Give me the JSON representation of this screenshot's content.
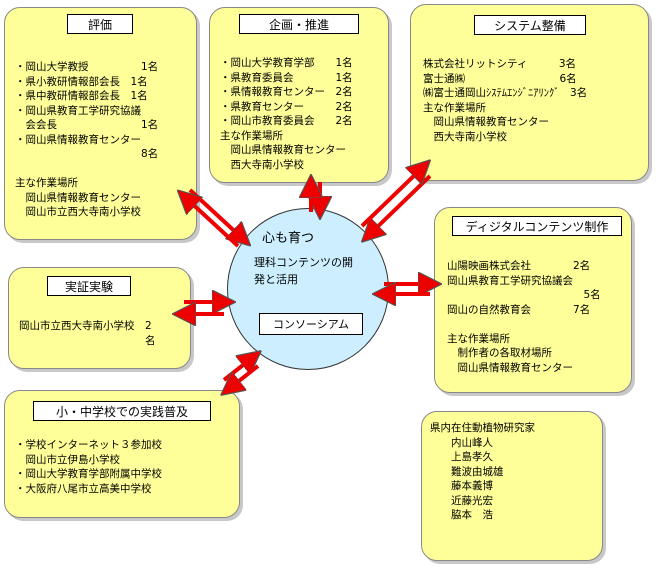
{
  "center": {
    "title": "心も育つ",
    "subtitle": [
      "理科コンテンツの開",
      "発と活用"
    ],
    "label": "コンソーシアム"
  },
  "boxes": {
    "evaluation": {
      "title": "評価",
      "lines": [
        "・岡山大学教授　　　　　1名",
        "・県小教研情報部会長　1名",
        "・県中教研情報部会長　1名",
        "・岡山県教育工学研究協議",
        "　会会長　　　　　　　　1名",
        "・岡山県情報教育センター",
        "　　　　　　　　　　　　8名",
        "",
        "主な作業場所",
        "　岡山県情報教育センター",
        "　岡山市立西大寺南小学校"
      ]
    },
    "planning": {
      "title": "企画・推進",
      "lines": [
        "・岡山大学教育学部　　1名",
        "・県教育委員会　　　　1名",
        "・県情報教育センター　2名",
        "・県教育センター　　　2名",
        "・岡山市教育委員会　　2名",
        "主な作業場所",
        "　岡山県情報教育センター",
        "　西大寺南小学校"
      ]
    },
    "system": {
      "title": "システム整備",
      "lines": [
        "株式会社リットシティ　　　3名",
        "富士通㈱　　　　　　　　　6名",
        "㈱富士通岡山ｼｽﾃﾑｴﾝｼﾞﾆｱﾘﾝｸﾞ　3名",
        "主な作業場所",
        "　岡山県情報教育センター",
        "　西大寺南小学校"
      ]
    },
    "digital": {
      "title": "ディジタルコンテンツ制作",
      "lines": [
        "山陽映画株式会社　　　　2名",
        "岡山県教育工学研究協議会",
        "　　　　　　　　　　　　　5名",
        "岡山の自然教育会　　　　7名",
        "",
        "主な作業場所",
        "　制作者の各取材場所",
        "　岡山県情報教育センター"
      ]
    },
    "demo": {
      "title": "実証実験",
      "lines": [
        "岡山市立西大寺南小学校　2",
        "　　　　　　　　　　　　名"
      ]
    },
    "practice": {
      "title": "小・中学校での実践普及",
      "lines": [
        "・学校インターネット３参加校",
        "　岡山市立伊島小学校",
        "・岡山大学教育学部附属中学校",
        "・大阪府八尾市立高美中学校"
      ]
    },
    "researchers": {
      "lines": [
        "県内在住動植物研究家",
        "　　内山峰人",
        "　　上島孝久",
        "　　難波由城雄",
        "　　藤本義博",
        "　　近藤光宏",
        "　　脇本　浩"
      ]
    }
  },
  "colors": {
    "box_fill": "#ffff99",
    "center_fill": "#cceeff",
    "arrow": "#ee0000"
  }
}
